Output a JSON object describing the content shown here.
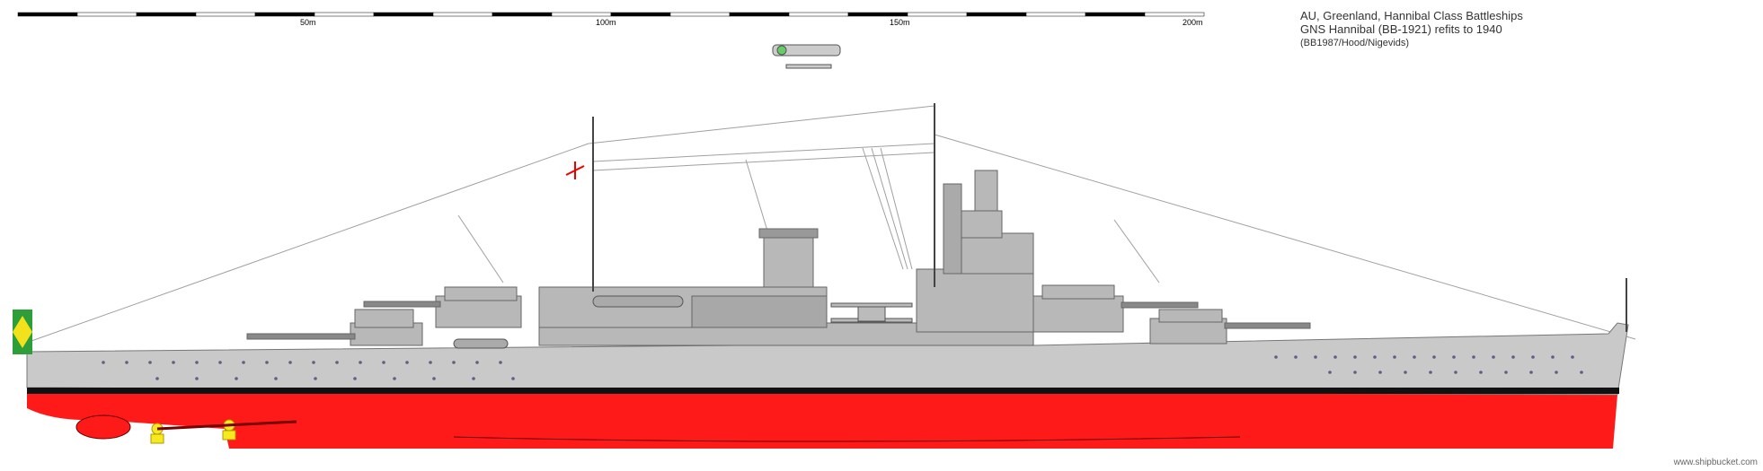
{
  "scale_bar": {
    "labels": [
      "50m",
      "100m",
      "150m",
      "200m"
    ]
  },
  "title": {
    "line1": "AU, Greenland, Hannibal Class Battleships",
    "line2": "GNS Hannibal (BB-1921) refits to 1940",
    "line3": "(BB1987/Hood/Nigevids)"
  },
  "credit": "www.shipbucket.com",
  "colors": {
    "hull_upper": "#c9c9c9",
    "hull_lower": "#ff1a1a",
    "boot_topping": "#111111",
    "superstructure": "#b8b8b8",
    "rigging": "#9a9a9a",
    "flag_green": "#2e9e3a",
    "flag_yellow": "#f3e21b",
    "propeller": "#f5ea1f"
  }
}
